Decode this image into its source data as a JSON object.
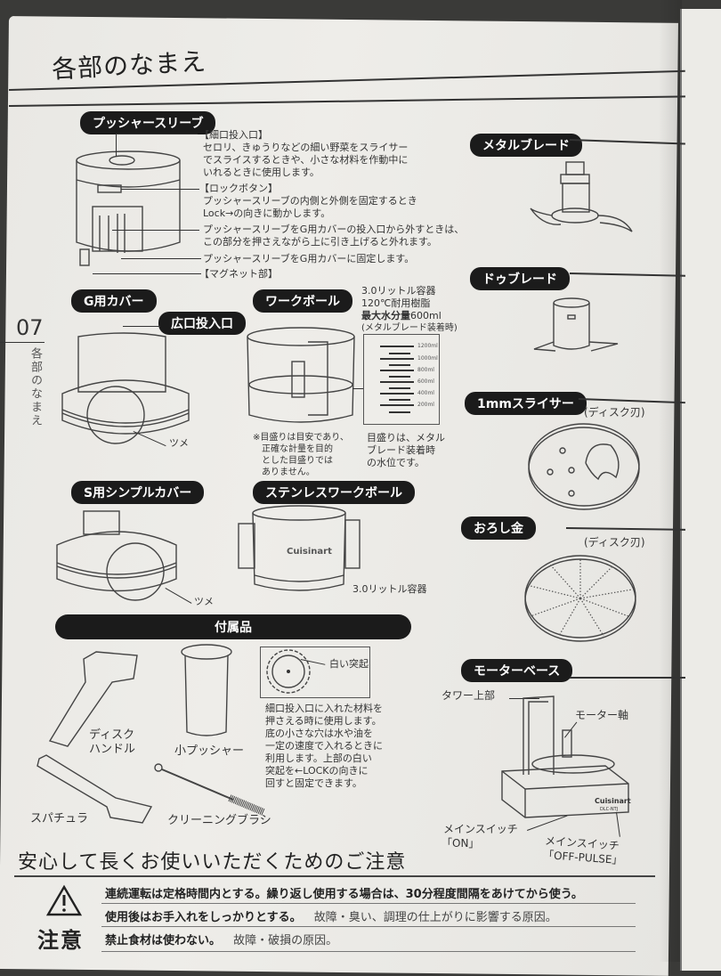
{
  "page": {
    "title": "各部のなまえ",
    "page_number": "07",
    "side_title": "各部のなまえ"
  },
  "pusher_sleeve": {
    "heading": "プッシャースリーブ",
    "callouts": [
      {
        "title": "【細口投入口】",
        "text": [
          "セロリ、きゅうりなどの細い野菜をスライサー",
          "でスライスするときや、小さな材料を作動中に",
          "いれるときに使用します。"
        ]
      },
      {
        "title": "【ロックボタン】",
        "text": [
          "プッシャースリーブの内側と外側を固定するとき",
          "Lock→の向きに動かします。"
        ]
      },
      {
        "title": "",
        "text": [
          "プッシャースリーブをG用カバーの投入口から外すときは、",
          "この部分を押さえながら上に引き上げると外れます。"
        ]
      },
      {
        "title": "",
        "text": [
          "プッシャースリーブをG用カバーに固定します。"
        ]
      },
      {
        "title": "【マグネット部】",
        "text": []
      }
    ]
  },
  "g_cover": {
    "heading": "G用カバー",
    "sub_heading": "広口投入口",
    "claw_label": "ツメ"
  },
  "work_bowl": {
    "heading": "ワークボール",
    "spec_lines": [
      "3.0リットル容器",
      "120℃耐用樹脂"
    ],
    "max_water_label": "最大水分量",
    "max_water_value": "600ml",
    "max_water_note": "(メタルブレード装着時)",
    "scale_marks": [
      "1200ml",
      "1000ml",
      "800ml",
      "600ml",
      "400ml",
      "200ml"
    ],
    "footnote": [
      "※目盛りは目安であり、",
      "正確な計量を目的",
      "とした目盛りでは",
      "ありません。"
    ],
    "scale_note": [
      "目盛りは、メタル",
      "ブレード装着時",
      "の水位です。"
    ]
  },
  "s_cover": {
    "heading": "S用シンプルカバー",
    "claw_label": "ツメ"
  },
  "steel_bowl": {
    "heading": "ステンレスワークボール",
    "brand": "Cuisinart",
    "capacity": "3.0リットル容器"
  },
  "accessories": {
    "heading": "付属品",
    "items": [
      {
        "name": "disc_handle",
        "label": [
          "ディスク",
          "ハンドル"
        ]
      },
      {
        "name": "small_pusher",
        "label": [
          "小プッシャー"
        ]
      },
      {
        "name": "spatula",
        "label": [
          "スパチュラ"
        ]
      },
      {
        "name": "cleaning_brush",
        "label": [
          "クリーニングブラシ"
        ]
      }
    ],
    "white_knob_label": "白い突起",
    "pusher_note": [
      "細口投入口に入れた材料を",
      "押さえる時に使用します。",
      "底の小さな穴は水や油を",
      "一定の速度で入れるときに",
      "利用します。上部の白い",
      "突起を←LOCKの向きに",
      "回すと固定できます。"
    ]
  },
  "blades": [
    {
      "heading": "メタルブレード",
      "sub": ""
    },
    {
      "heading": "ドゥブレード",
      "sub": ""
    },
    {
      "heading": "1mmスライサー",
      "sub": "(ディスク刃)"
    },
    {
      "heading": "おろし金",
      "sub": "(ディスク刃)"
    }
  ],
  "motor_base": {
    "heading": "モーターベース",
    "tower_label": "タワー上部",
    "shaft_label": "モーター軸",
    "brand": "Cuisinart",
    "model": "DLC-NTJ",
    "switch_on": [
      "メインスイッチ",
      "「ON」"
    ],
    "switch_off": [
      "メインスイッチ",
      "「OFF-PULSE」"
    ]
  },
  "caution": {
    "title": "安心して長くお使いいただくためのご注意",
    "badge": "注意",
    "icon": "warning-triangle-icon",
    "rows": [
      {
        "bold": "連続運転は定格時間内とする。繰り返し使用する場合は、30分程度間隔をあけてから使う。",
        "note": ""
      },
      {
        "bold": "使用後はお手入れをしっかりとする。",
        "note": "故障・臭い、調理の仕上がりに影響する原因。"
      },
      {
        "bold": "禁止食材は使わない。",
        "note": "故障・破損の原因。"
      }
    ]
  },
  "colors": {
    "paper": "#ebeae6",
    "ink": "#222222",
    "pill_bg": "#1b1b1b",
    "pill_text": "#ffffff"
  }
}
